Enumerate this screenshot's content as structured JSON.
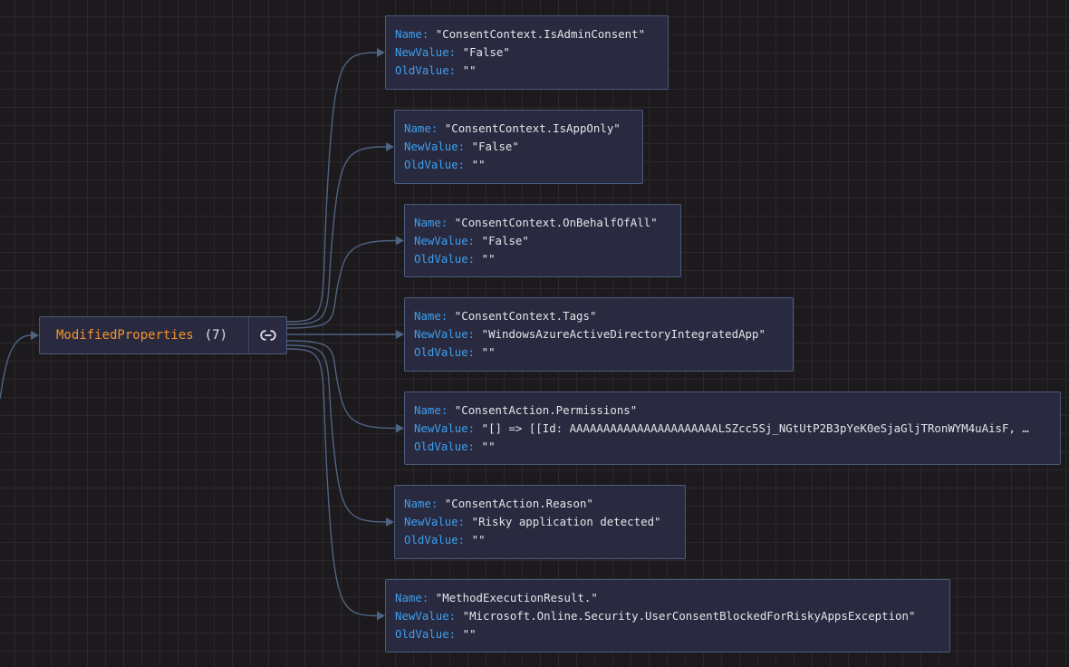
{
  "parent": {
    "label": "ModifiedProperties",
    "count": "(7)",
    "link_icon": "link-icon"
  },
  "keys": {
    "name": "Name:",
    "new_value": "NewValue:",
    "old_value": "OldValue:"
  },
  "properties": [
    {
      "name": "\"ConsentContext.IsAdminConsent\"",
      "new_value": "\"False\"",
      "old_value": "\"\""
    },
    {
      "name": "\"ConsentContext.IsAppOnly\"",
      "new_value": "\"False\"",
      "old_value": "\"\""
    },
    {
      "name": "\"ConsentContext.OnBehalfOfAll\"",
      "new_value": "\"False\"",
      "old_value": "\"\""
    },
    {
      "name": "\"ConsentContext.Tags\"",
      "new_value": "\"WindowsAzureActiveDirectoryIntegratedApp\"",
      "old_value": "\"\""
    },
    {
      "name": "\"ConsentAction.Permissions\"",
      "new_value": "\"[] => [[Id: AAAAAAAAAAAAAAAAAAAAAALSZcc5Sj_NGtUtP2B3pYeK0eSjaGljTRonWYM4uAisF, …",
      "old_value": "\"\""
    },
    {
      "name": "\"ConsentAction.Reason\"",
      "new_value": "\"Risky application detected\"",
      "old_value": "\"\""
    },
    {
      "name": "\"MethodExecutionResult.\"",
      "new_value": "\"Microsoft.Online.Security.UserConsentBlockedForRiskyAppsException\"",
      "old_value": "\"\""
    }
  ],
  "colors": {
    "background": "#1c1a1d",
    "node_fill": "#292a3f",
    "node_border": "#4a5a7c",
    "edge": "#4f6383",
    "parent_label": "#f5922e",
    "key": "#3d9ff0",
    "value": "#e4e4ea"
  }
}
